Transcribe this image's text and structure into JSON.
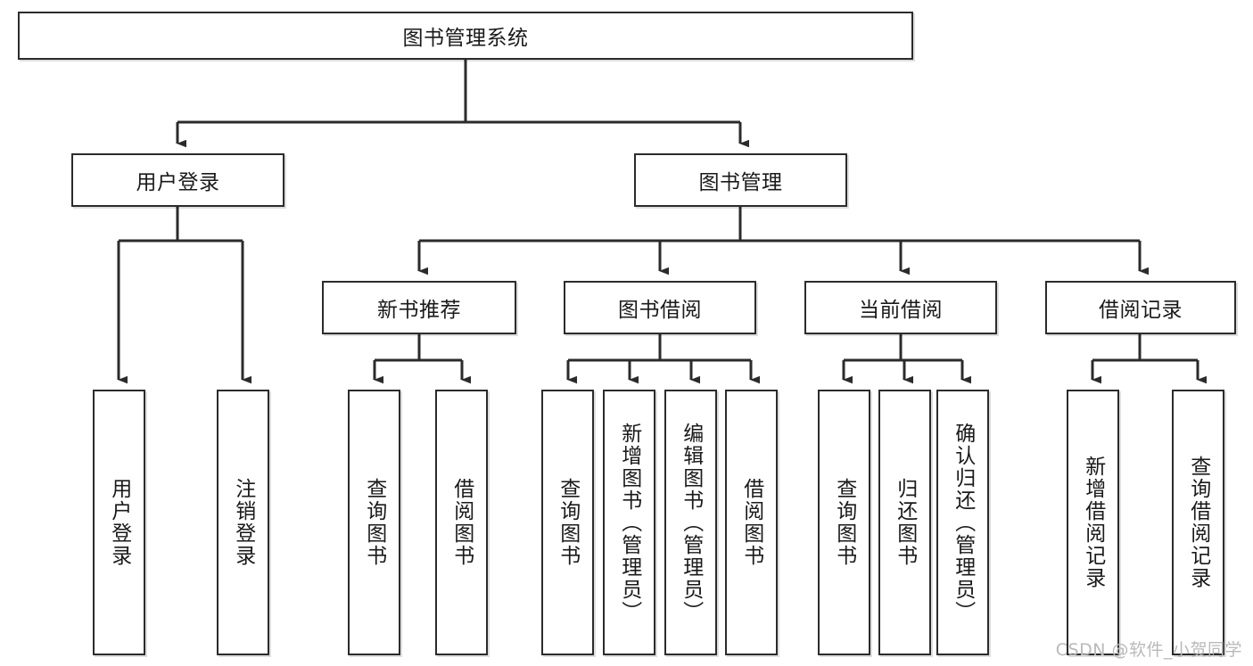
{
  "diagram": {
    "title": "图书管理系统",
    "type": "tree-hierarchy",
    "orientation": "top-down",
    "levels": 4,
    "colors": {
      "box_border": "#2b2b2b",
      "box_fill": "#ffffff",
      "edge": "#2b2b2b",
      "text": "#1a1a1a",
      "watermark": "#b9b9b9",
      "background": "#ffffff"
    },
    "root": {
      "id": "root",
      "label": "图书管理系统",
      "orientation": "horizontal"
    },
    "level2": [
      {
        "id": "user-login",
        "label": "用户登录",
        "orientation": "horizontal"
      },
      {
        "id": "book-management",
        "label": "图书管理",
        "orientation": "horizontal"
      }
    ],
    "level3": [
      {
        "id": "new-book-recommend",
        "label": "新书推荐",
        "orientation": "horizontal",
        "parent": "book-management"
      },
      {
        "id": "book-borrow",
        "label": "图书借阅",
        "orientation": "horizontal",
        "parent": "book-management"
      },
      {
        "id": "current-borrow",
        "label": "当前借阅",
        "orientation": "horizontal",
        "parent": "book-management"
      },
      {
        "id": "borrow-record",
        "label": "借阅记录",
        "orientation": "horizontal",
        "parent": "book-management"
      }
    ],
    "leaves": [
      {
        "id": "leaf-user-login",
        "label": "用户登录",
        "orientation": "vertical",
        "parent": "user-login"
      },
      {
        "id": "leaf-logout-login",
        "label": "注销登录",
        "orientation": "vertical",
        "parent": "user-login"
      },
      {
        "id": "leaf-query-book-1",
        "label": "查询图书",
        "orientation": "vertical",
        "parent": "new-book-recommend"
      },
      {
        "id": "leaf-borrow-book-1",
        "label": "借阅图书",
        "orientation": "vertical",
        "parent": "new-book-recommend"
      },
      {
        "id": "leaf-query-book-2",
        "label": "查询图书",
        "orientation": "vertical",
        "parent": "book-borrow"
      },
      {
        "id": "leaf-add-book-admin",
        "label": "新增图书（管理员）",
        "orientation": "vertical",
        "parent": "book-borrow"
      },
      {
        "id": "leaf-edit-book-admin",
        "label": "编辑图书（管理员）",
        "orientation": "vertical",
        "parent": "book-borrow"
      },
      {
        "id": "leaf-borrow-book-2",
        "label": "借阅图书",
        "orientation": "vertical",
        "parent": "book-borrow"
      },
      {
        "id": "leaf-query-book-3",
        "label": "查询图书",
        "orientation": "vertical",
        "parent": "current-borrow"
      },
      {
        "id": "leaf-return-book",
        "label": "归还图书",
        "orientation": "vertical",
        "parent": "current-borrow"
      },
      {
        "id": "leaf-confirm-return-admin",
        "label": "确认归还（管理员）",
        "orientation": "vertical",
        "parent": "current-borrow"
      },
      {
        "id": "leaf-add-borrow-record",
        "label": "新增借阅记录",
        "orientation": "vertical",
        "parent": "borrow-record"
      },
      {
        "id": "leaf-query-borrow-record",
        "label": "查询借阅记录",
        "orientation": "vertical",
        "parent": "borrow-record"
      }
    ]
  },
  "watermark": {
    "text": "CSDN @软件_小贺同学"
  }
}
